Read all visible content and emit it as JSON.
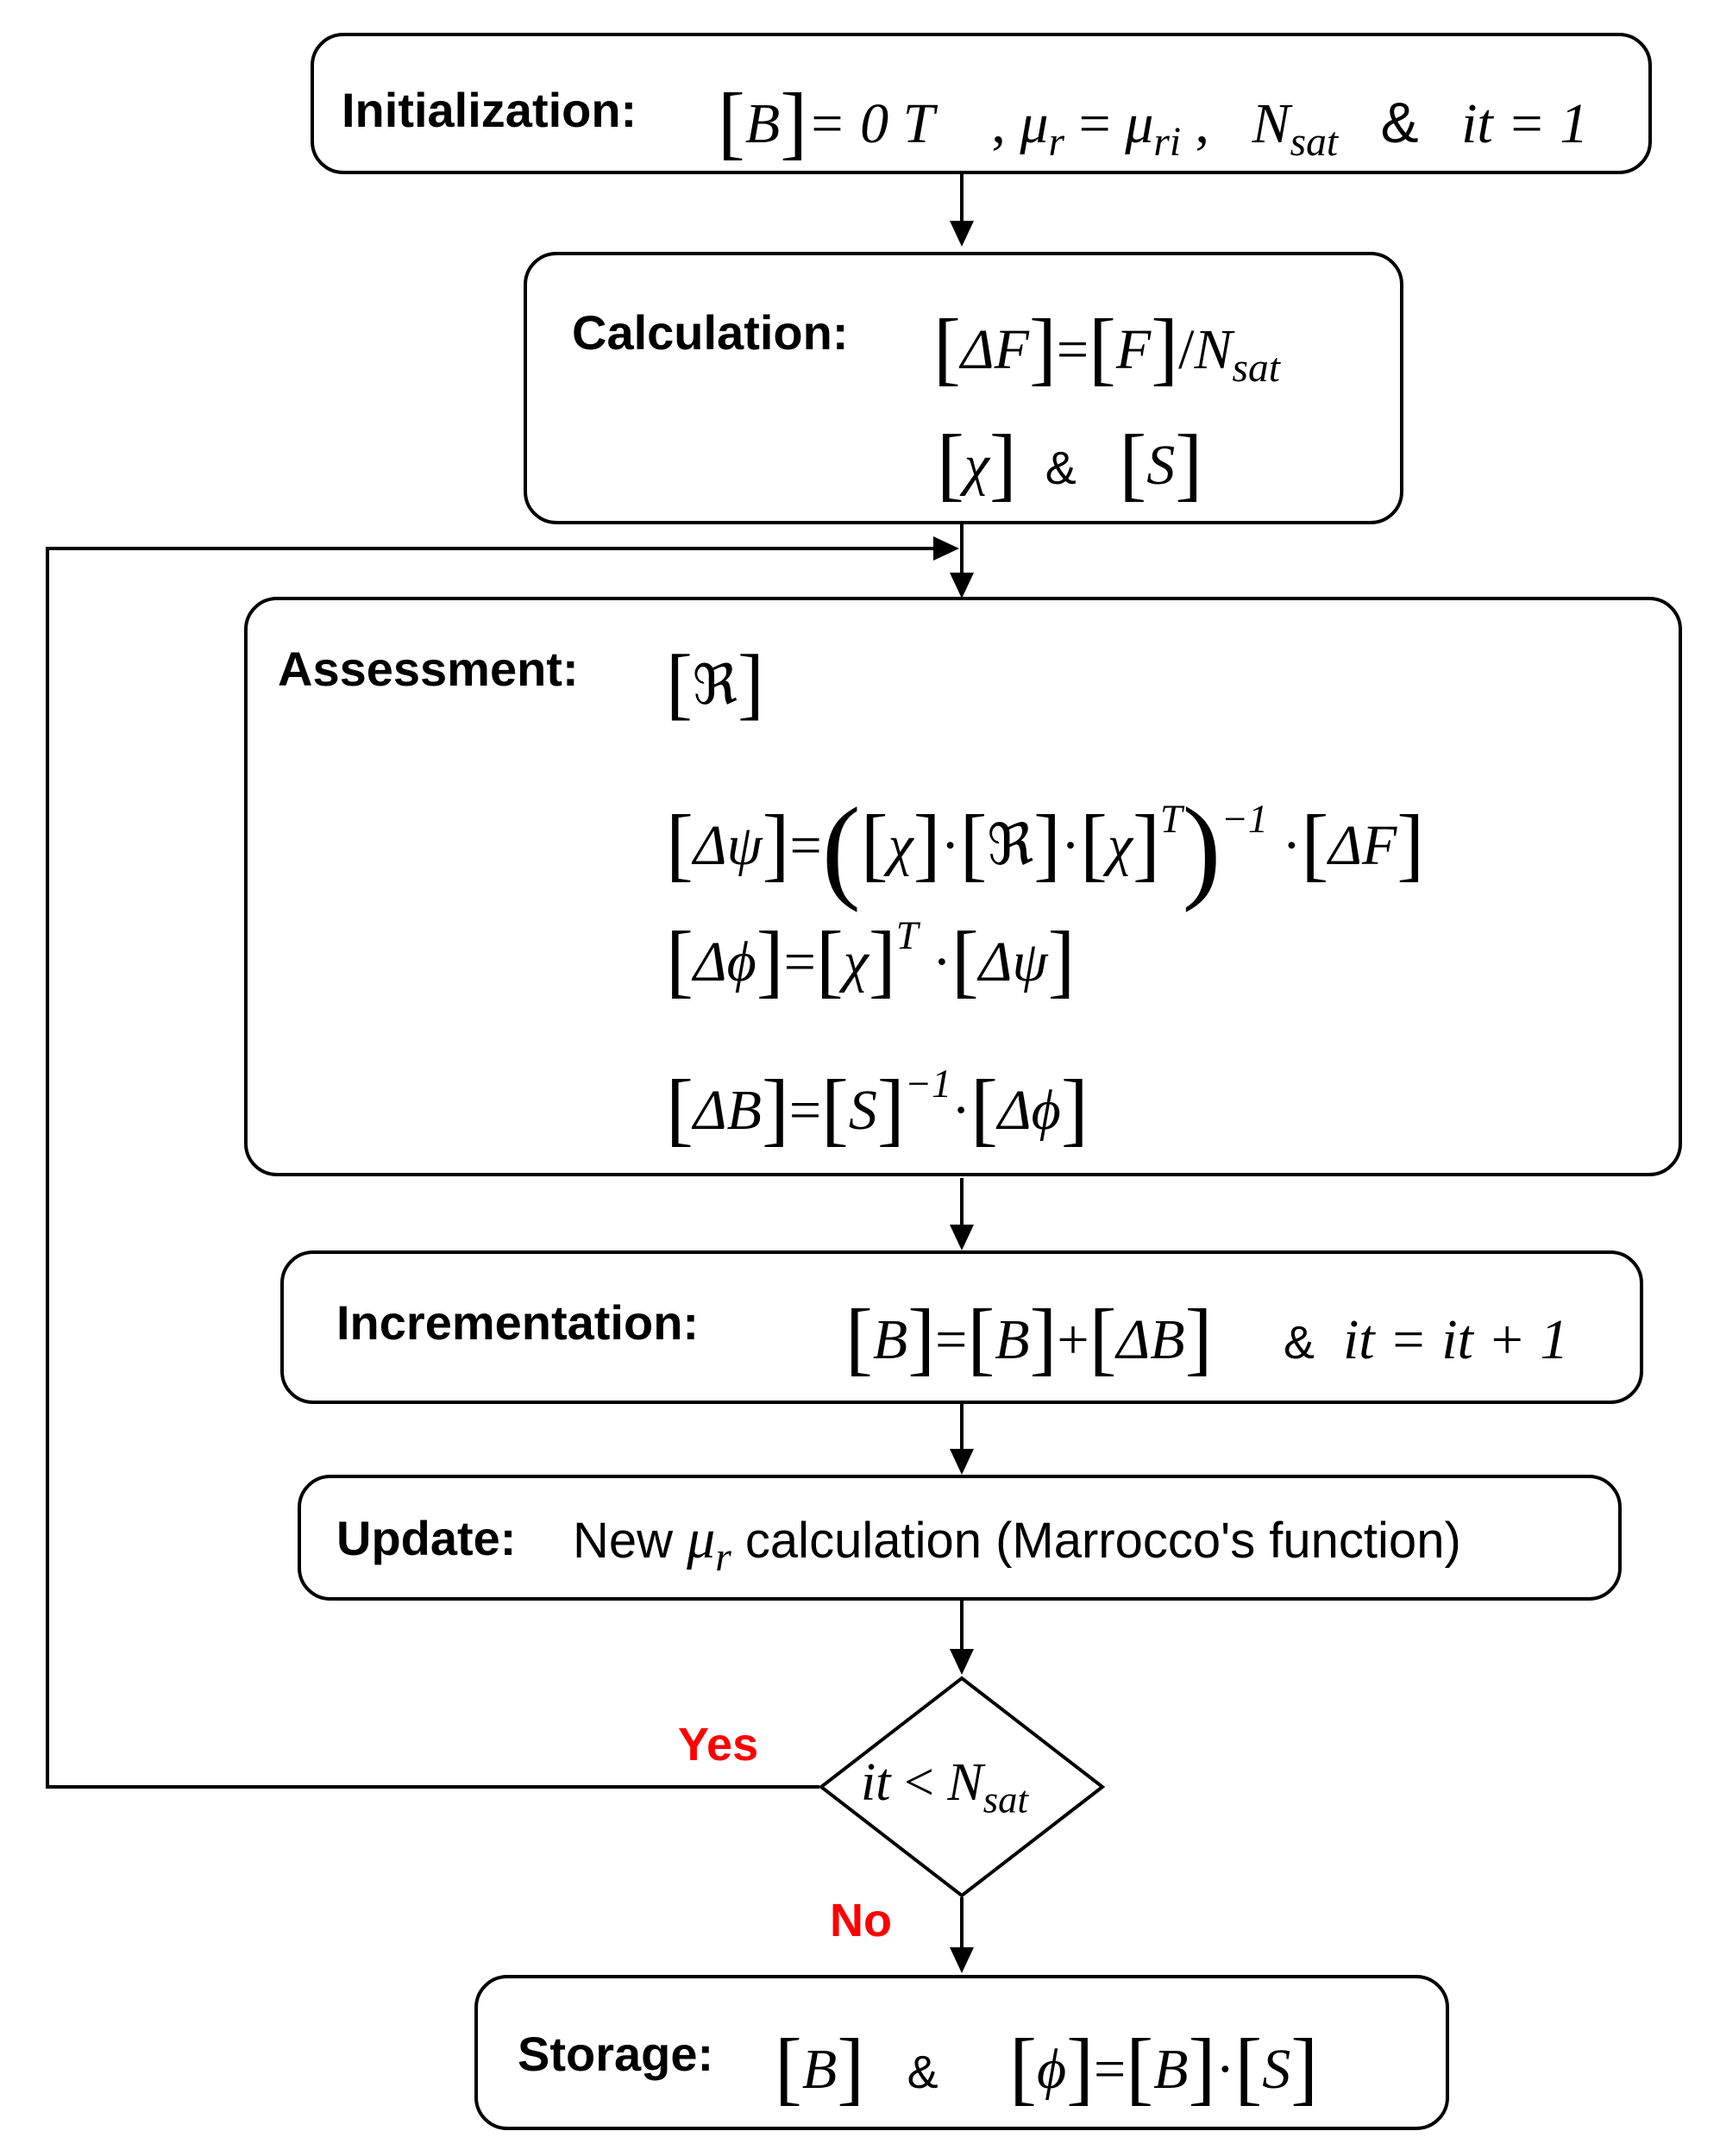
{
  "init": {
    "label": "Initialization:",
    "b": "B",
    "eq0": "= 0 T",
    "mur": "μ",
    "r": "r",
    "eq": "=",
    "muri": "μ",
    "ri": "ri",
    "n": "N",
    "sat": "sat",
    "amp": "&",
    "it": "it",
    "eq1": "= 1"
  },
  "calc": {
    "label": "Calculation:",
    "df": "ΔF",
    "eq": "=",
    "f": "F",
    "slash": "/",
    "n": "N",
    "sat": "sat",
    "chi": "χ",
    "amp": "&",
    "s": "S"
  },
  "assess": {
    "label": "Assessment:",
    "rel": "ℜ",
    "dpsi": "Δψ",
    "eq": "=",
    "chi": "χ",
    "dot": "·",
    "rel2": "ℜ",
    "T": "T",
    "inv": "−1",
    "df": "ΔF",
    "dphi": "Δϕ",
    "psi": "Δψ",
    "db": "ΔB",
    "s": "S",
    "inv2": "−1",
    "dphi2": "Δϕ"
  },
  "incr": {
    "label": "Incrementation:",
    "b": "B",
    "eq": "=",
    "plus": "+",
    "db": "ΔB",
    "amp": "&",
    "it": "it",
    "eq2": "= it + 1"
  },
  "update": {
    "label": "Update:",
    "new": "New",
    "mu": "μ",
    "r": "r",
    "rest": "calculation (Marrocco's function)"
  },
  "decision": {
    "it": "it",
    "lt": "<",
    "n": "N",
    "sat": "sat",
    "yes": "Yes",
    "no": "No"
  },
  "storage": {
    "label": "Storage:",
    "b": "B",
    "amp": "&",
    "phi": "ϕ",
    "eq": "=",
    "dot": "·",
    "s": "S"
  }
}
